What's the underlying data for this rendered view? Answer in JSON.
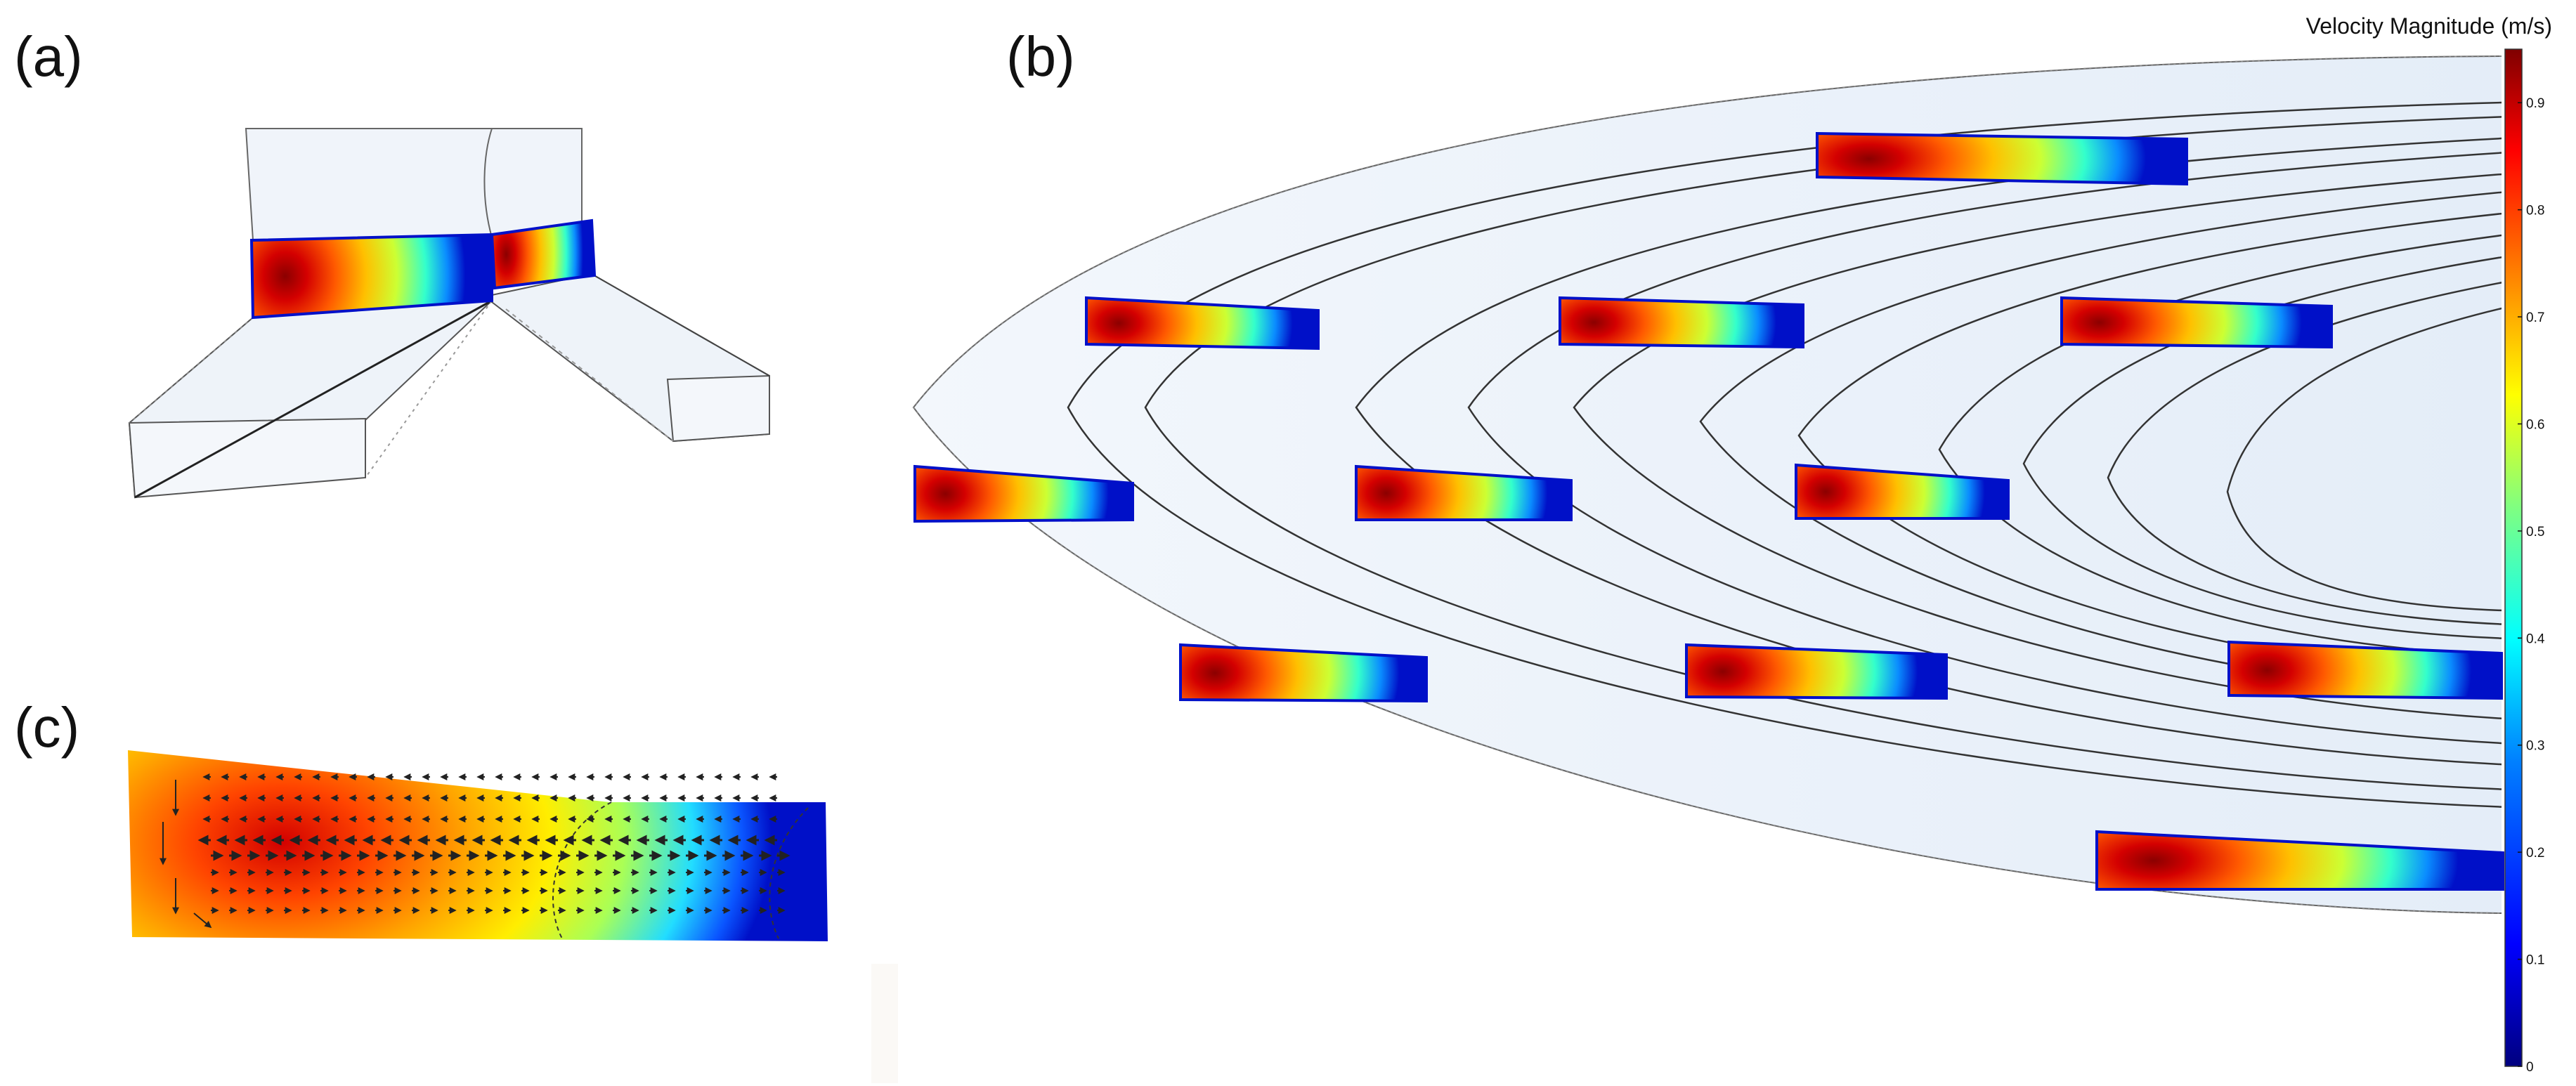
{
  "panels": {
    "a": {
      "label": "(a)"
    },
    "b": {
      "label": "(b)"
    },
    "c": {
      "label": "(c)"
    }
  },
  "colorbar": {
    "title": "Velocity Magnitude (m/s)",
    "min": 0,
    "max": 0.95,
    "ticks": [
      {
        "value": 0,
        "label": "0"
      },
      {
        "value": 0.1,
        "label": "0.1"
      },
      {
        "value": 0.2,
        "label": "0.2"
      },
      {
        "value": 0.3,
        "label": "0.3"
      },
      {
        "value": 0.4,
        "label": "0.4"
      },
      {
        "value": 0.5,
        "label": "0.5"
      },
      {
        "value": 0.6,
        "label": "0.6"
      },
      {
        "value": 0.7,
        "label": "0.7"
      },
      {
        "value": 0.8,
        "label": "0.8"
      },
      {
        "value": 0.9,
        "label": "0.9"
      }
    ],
    "colormap": [
      "#00007f",
      "#0000ff",
      "#0080ff",
      "#00ffff",
      "#80ff80",
      "#ffff00",
      "#ff8000",
      "#ff0000",
      "#7f0000"
    ]
  }
}
